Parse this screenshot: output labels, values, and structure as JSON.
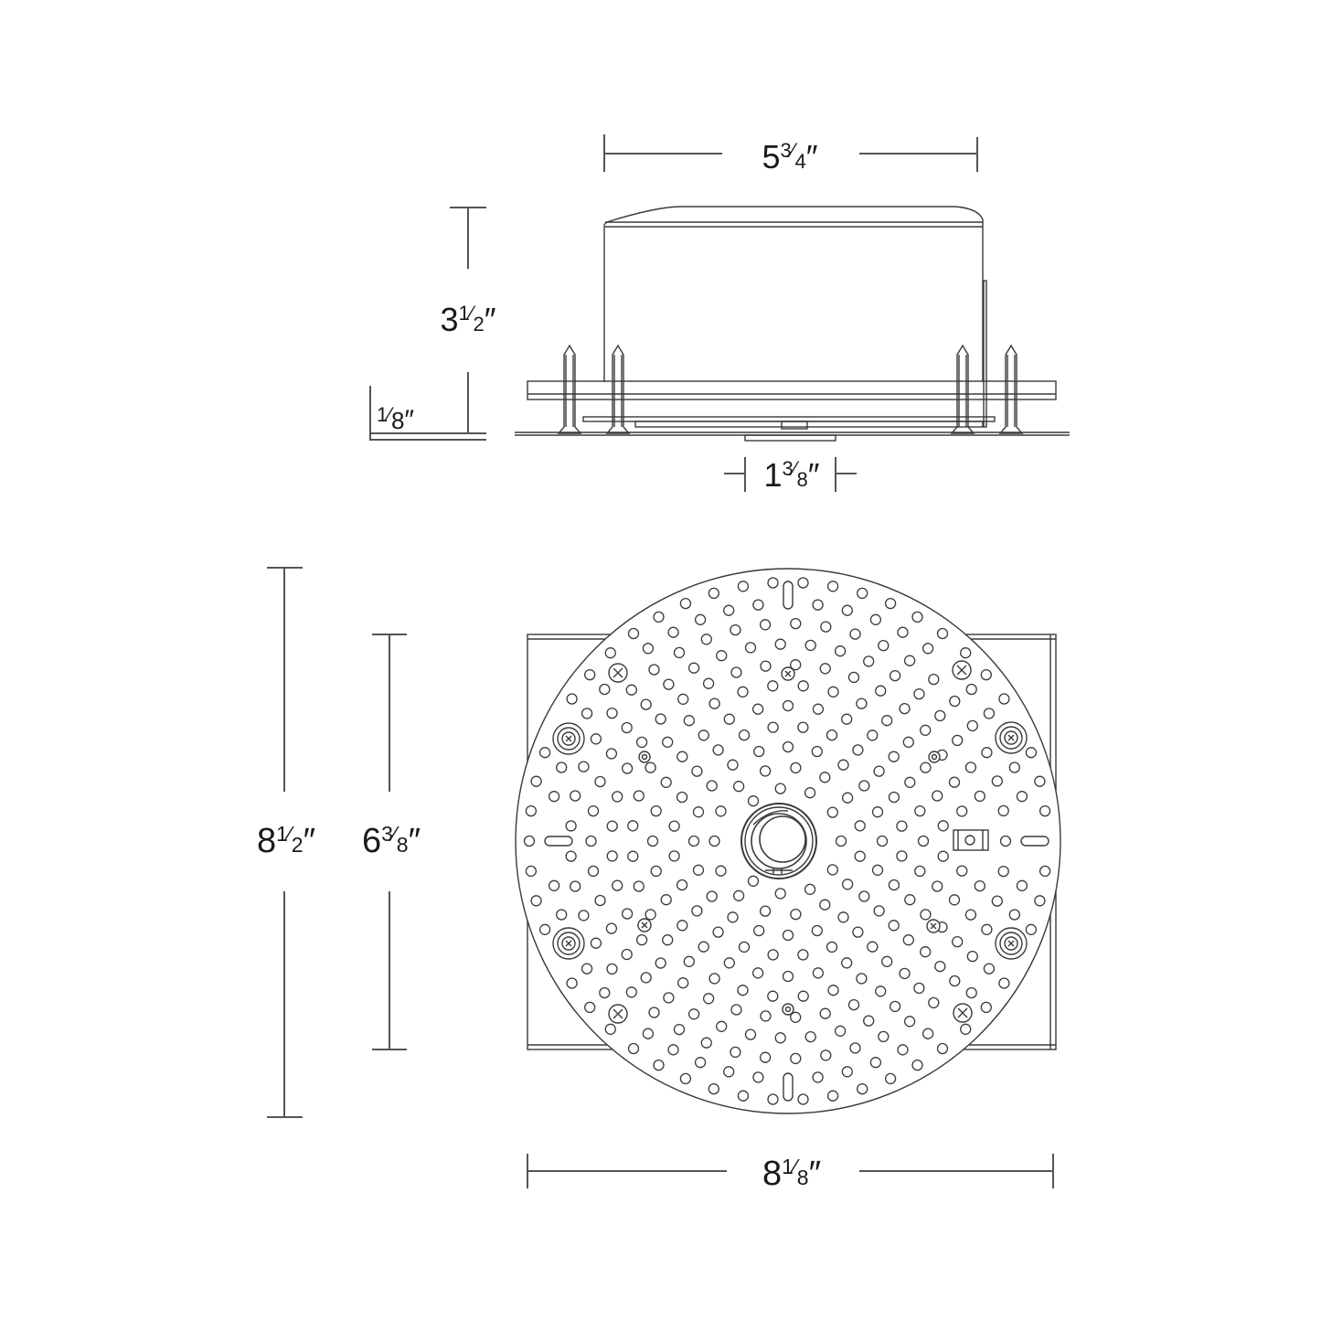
{
  "drawing": {
    "line_color": "#3a3a3a",
    "dim_line_color": "#555555",
    "background": "#ffffff"
  },
  "side_view": {
    "width_dim": {
      "whole": "5",
      "num": "3",
      "den": "4",
      "unit": "″",
      "value": "5 3/4 in"
    },
    "height_dim": {
      "whole": "3",
      "num": "1",
      "den": "2",
      "unit": "″",
      "value": "3 1/2 in"
    },
    "flange_dim": {
      "whole": "",
      "num": "1",
      "den": "8",
      "unit": "″",
      "value": "1/8 in"
    },
    "aperture_dim": {
      "whole": "1",
      "num": "3",
      "den": "8",
      "unit": "″",
      "value": "1 3/8 in"
    }
  },
  "top_view": {
    "overall_height_dim": {
      "whole": "8",
      "num": "1",
      "den": "2",
      "unit": "″",
      "value": "8 1/2 in"
    },
    "plate_height_dim": {
      "whole": "6",
      "num": "3",
      "den": "8",
      "unit": "″",
      "value": "6 3/8 in"
    },
    "overall_width_dim": {
      "whole": "8",
      "num": "1",
      "den": "8",
      "unit": "″",
      "value": "8 1/8 in"
    }
  }
}
